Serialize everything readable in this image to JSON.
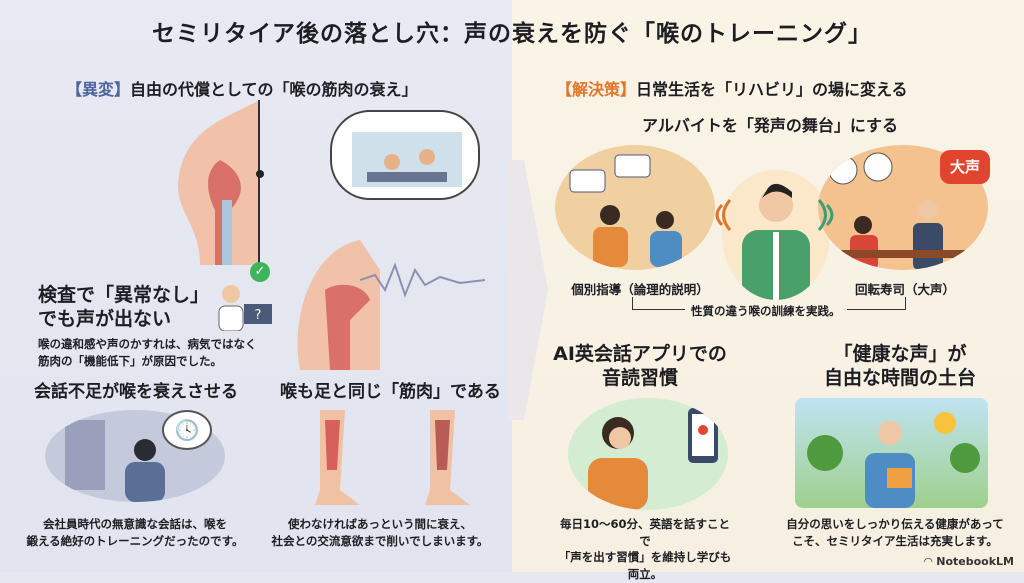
{
  "title": "セミリタイア後の落とし穴：声の衰えを防ぐ「喉のトレーニング」",
  "left": {
    "tag": "【異変】",
    "heading": "自由の代償としての「喉の筋肉の衰え」",
    "check": {
      "title1": "検査で「異常なし」",
      "title2": "でも声が出ない",
      "body1": "喉の違和感や声のかすれは、病気ではなく",
      "body2": "筋肉の「機能低下」が原因でした。"
    },
    "card1": {
      "title": "会話不足が喉を衰えさせる",
      "body1": "会社員時代の無意識な会話は、喉を",
      "body2": "鍛える絶好のトレーニングだったのです。"
    },
    "card2": {
      "title": "喉も足と同じ「筋肉」である",
      "body1": "使わなければあっという間に衰え、",
      "body2": "社会との交流意欲まで削いでしまいます。"
    },
    "monitor_glyph": "?"
  },
  "right": {
    "tag": "【解決策】",
    "heading": "日常生活を「リハビリ」の場に変える",
    "sub": "アルバイトを「発声の舞台」にする",
    "label1": "個別指導（論理的説明）",
    "label2": "回転寿司（大声）",
    "bracket": "性質の違う喉の訓練を実践。",
    "badge": "大声",
    "card1": {
      "title1": "AI英会話アプリでの",
      "title2": "音読習慣",
      "body1": "毎日10〜60分、英語を話すことで",
      "body2": "「声を出す習慣」を維持し学びも両立。"
    },
    "card2": {
      "title1": "「健康な声」が",
      "title2": "自由な時間の土台",
      "body1": "自分の思いをしっかり伝える健康があって",
      "body2": "こそ、セミリタイア生活は充実します。"
    }
  },
  "footer": {
    "brand": "NotebookLM"
  },
  "colors": {
    "left_tag": "#4f63a0",
    "right_tag": "#e0762a",
    "check": "#3cb55a"
  }
}
